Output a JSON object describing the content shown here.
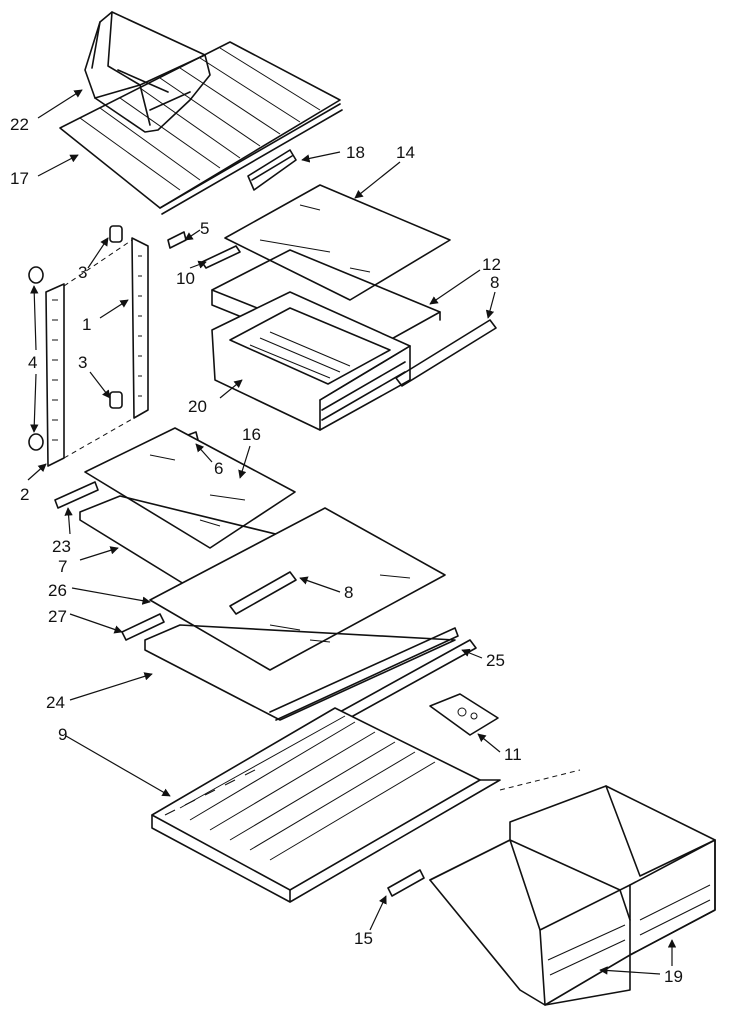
{
  "labels": {
    "l1": "1",
    "l2": "2",
    "l3a": "3",
    "l3b": "3",
    "l4": "4",
    "l5": "5",
    "l6": "6",
    "l7": "7",
    "l8a": "8",
    "l8b": "8",
    "l9": "9",
    "l10": "10",
    "l11": "11",
    "l12": "12",
    "l14": "14",
    "l15": "15",
    "l16": "16",
    "l17": "17",
    "l18": "18",
    "l19": "19",
    "l20": "20",
    "l22": "22",
    "l23": "23",
    "l24": "24",
    "l25": "25",
    "l26": "26",
    "l27": "27"
  }
}
